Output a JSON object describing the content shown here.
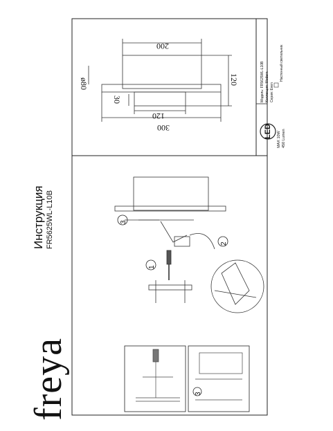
{
  "brand": "freya",
  "title": "Инструкция",
  "model": "FR5625WL-L10B",
  "dimensions": {
    "d80": "ø80",
    "w200": "200",
    "h120": "120",
    "d30": "30",
    "w120": "120",
    "w300": "300"
  },
  "steps": {
    "s1": "1",
    "s2": "2",
    "s3": "3",
    "s3b": "3"
  },
  "specs": {
    "model_line": "Модель: FR5625WL-L10B",
    "collection_line": "Коллекция: Modern",
    "series_line": "Серия: Even",
    "type_line": "Настенный светильник"
  },
  "led_badge": {
    "label": "LED",
    "power": "MAX 10W",
    "lumen": "450 Lumen"
  }
}
